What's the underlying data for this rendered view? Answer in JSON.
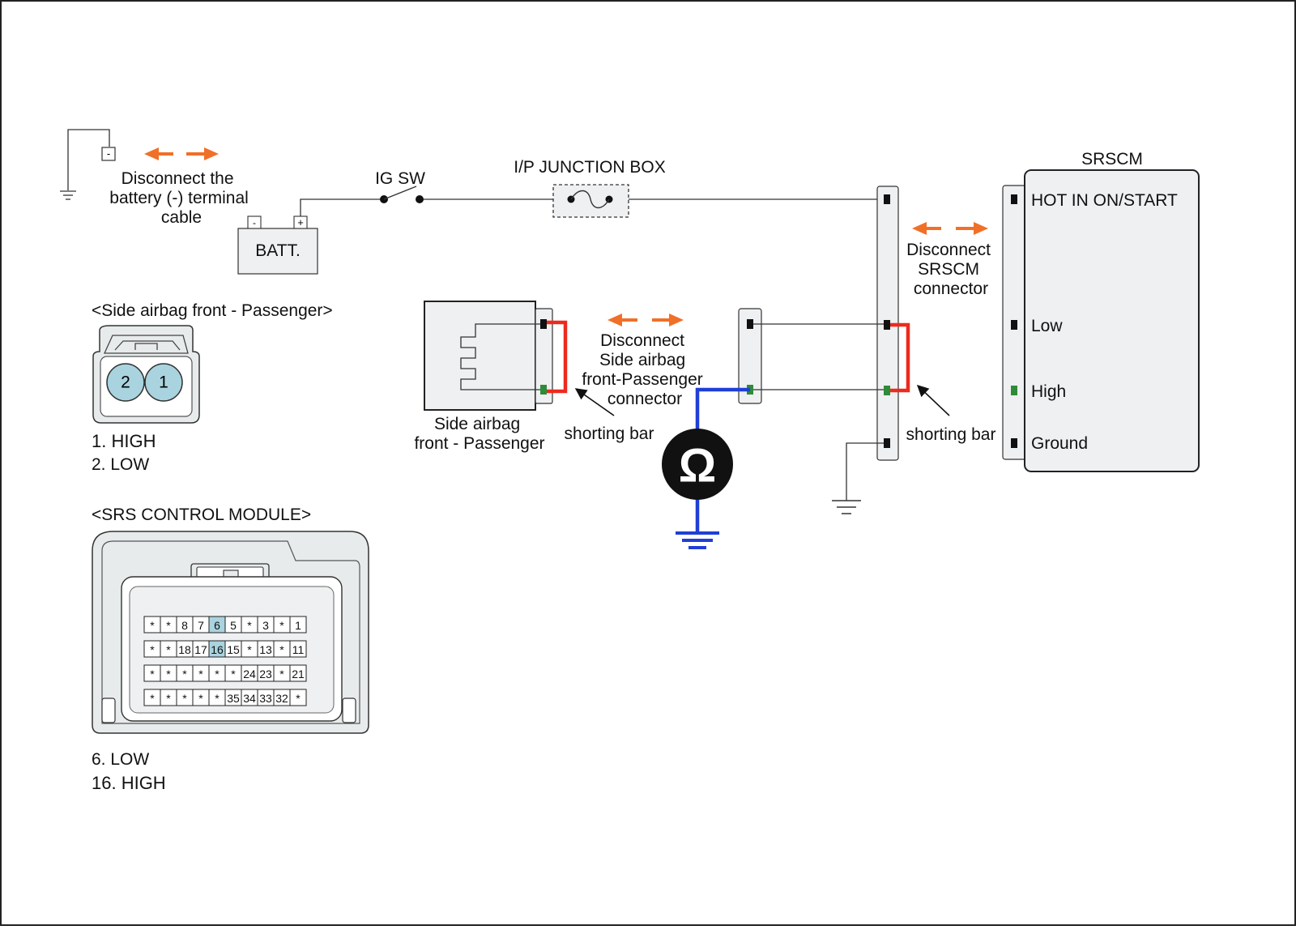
{
  "colors": {
    "high": "#2e8b3a",
    "arrow": "#f07028",
    "shorting_bar": "#ee2a1f",
    "meter_wire": "#1f3fd6",
    "connector_fill": "#eef0f1",
    "pin_highlight": "#a9d3df"
  },
  "battery": {
    "disconnect_note": [
      "Disconnect the",
      "battery (-) terminal",
      "cable"
    ],
    "minus": "-",
    "plus": "+",
    "label": "BATT."
  },
  "ig_sw": {
    "label": "IG SW"
  },
  "junction_box": {
    "label": "I/P JUNCTION BOX"
  },
  "srscm": {
    "title": "SRSCM",
    "terminals": [
      {
        "label": "HOT IN ON/START",
        "color": "#111111"
      },
      {
        "label": "Low",
        "color": "#111111"
      },
      {
        "label": "High",
        "color": "#2e8b3a"
      },
      {
        "label": "Ground",
        "color": "#111111"
      }
    ],
    "disconnect_note": [
      "Disconnect",
      "SRSCM",
      "connector"
    ]
  },
  "airbag": {
    "label": [
      "Side airbag",
      "front - Passenger"
    ],
    "disconnect_note": [
      "Disconnect",
      "Side airbag",
      "front-Passenger",
      "connector"
    ],
    "shorting_bar_label": "shorting bar"
  },
  "srscm_side": {
    "shorting_bar_label": "shorting bar"
  },
  "meter": {
    "symbol": "Ω",
    "icon": "ohmmeter-icon"
  },
  "airbag_connector_view": {
    "title": "<Side airbag front - Passenger>",
    "pins": [
      "2",
      "1"
    ],
    "legend": [
      {
        "text": "1. HIGH",
        "color": "#2e8b3a"
      },
      {
        "text": "2. LOW",
        "color": "#111111"
      }
    ]
  },
  "srs_module_view": {
    "title": "<SRS CONTROL MODULE>",
    "rows": [
      [
        "*",
        "*",
        "8",
        "7",
        "6",
        "5",
        "*",
        "3",
        "*",
        "1"
      ],
      [
        "*",
        "*",
        "18",
        "17",
        "16",
        "15",
        "*",
        "13",
        "*",
        "11"
      ],
      [
        "*",
        "*",
        "*",
        "*",
        "*",
        "*",
        "24",
        "23",
        "*",
        "21"
      ],
      [
        "*",
        "*",
        "*",
        "*",
        "*",
        "35",
        "34",
        "33",
        "32",
        "*"
      ]
    ],
    "highlighted": [
      "6",
      "16"
    ],
    "legend": [
      {
        "text": "6. LOW",
        "color": "#111111"
      },
      {
        "text": "16. HIGH",
        "color": "#2e8b3a"
      }
    ]
  }
}
